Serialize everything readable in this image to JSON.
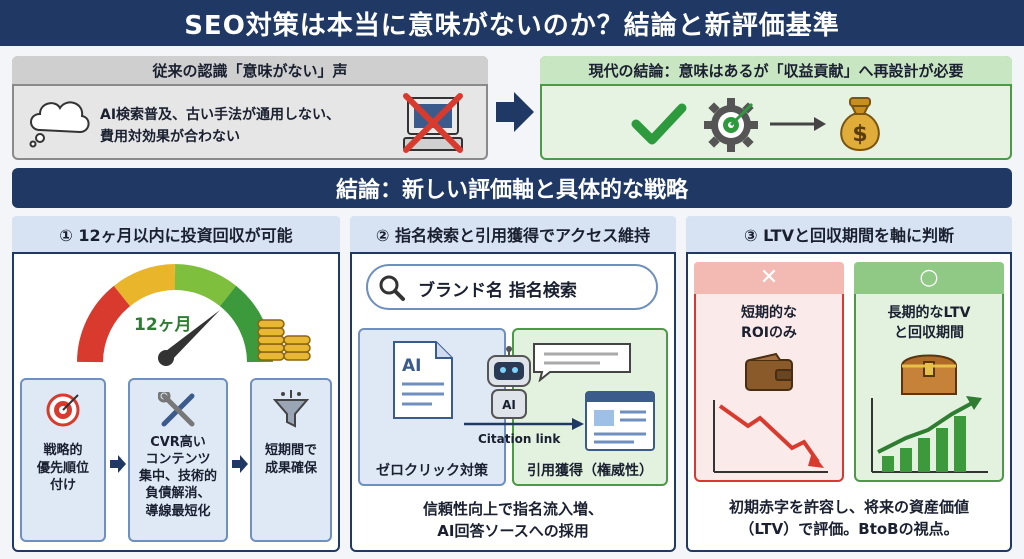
{
  "title": "SEO対策は本当に意味がないのか？結論と新評価基準",
  "old_view": {
    "heading": "従来の認識「意味がない」声",
    "line1": "AI検索普及、古い手法が通用しない、",
    "line2": "費用対効果が合わない"
  },
  "new_view": {
    "heading": "現代の結論：意味はあるが「収益貢献」へ再設計が必要"
  },
  "banner": "結論：新しい評価軸と具体的な戦略",
  "panel1": {
    "heading": "① 12ヶ月以内に投資回収が可能",
    "gauge_label": "12ヶ月",
    "steps": [
      {
        "lines": [
          "戦略的",
          "優先順位",
          "付け"
        ]
      },
      {
        "lines": [
          "CVR高い",
          "コンテンツ",
          "集中、技術的",
          "負債解消、",
          "導線最短化"
        ]
      },
      {
        "lines": [
          "短期間で",
          "成果確保"
        ]
      }
    ]
  },
  "panel2": {
    "heading": "② 指名検索と引用獲得でアクセス維持",
    "search_text": "ブランド名 指名検索",
    "doc_label": "AI",
    "robot_label": "AI",
    "citation_label": "Citation link",
    "left_caption": "ゼロクリック対策",
    "right_caption": "引用獲得（権威性）",
    "footer_line1": "信頼性向上で指名流入増、",
    "footer_line2": "AI回答ソースへの採用"
  },
  "panel3": {
    "heading": "③ LTVと回収期間を軸に判断",
    "left": {
      "mark": "✕",
      "line1": "短期的な",
      "line2": "ROIのみ"
    },
    "right": {
      "mark": "○",
      "line1": "長期的なLTV",
      "line2": "と回収期間"
    },
    "footer_line1": "初期赤字を許容し、将来の資産価値",
    "footer_line2": "（LTV）で評価。BtoBの視点。"
  },
  "colors": {
    "navy": "#1f3864",
    "green": "#4b9a45",
    "red": "#d83b2e",
    "gold": "#d9a521"
  }
}
